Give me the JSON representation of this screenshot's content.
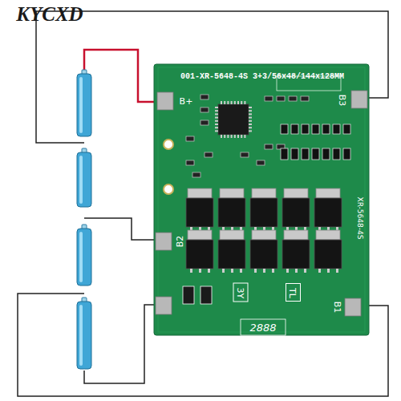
{
  "diagram": {
    "nodes": [
      {
        "text": [
          "3Y"
        ]
      },
      {
        "text": [
          "TL"
        ]
      }
    ],
    "labels": [
      "KYCXD",
      "001-XR-5648-4S 3+3/56x48/144x128MM",
      "B+",
      "B3",
      "B2",
      "B1",
      "XR-5648-4S",
      "2888"
    ]
  }
}
